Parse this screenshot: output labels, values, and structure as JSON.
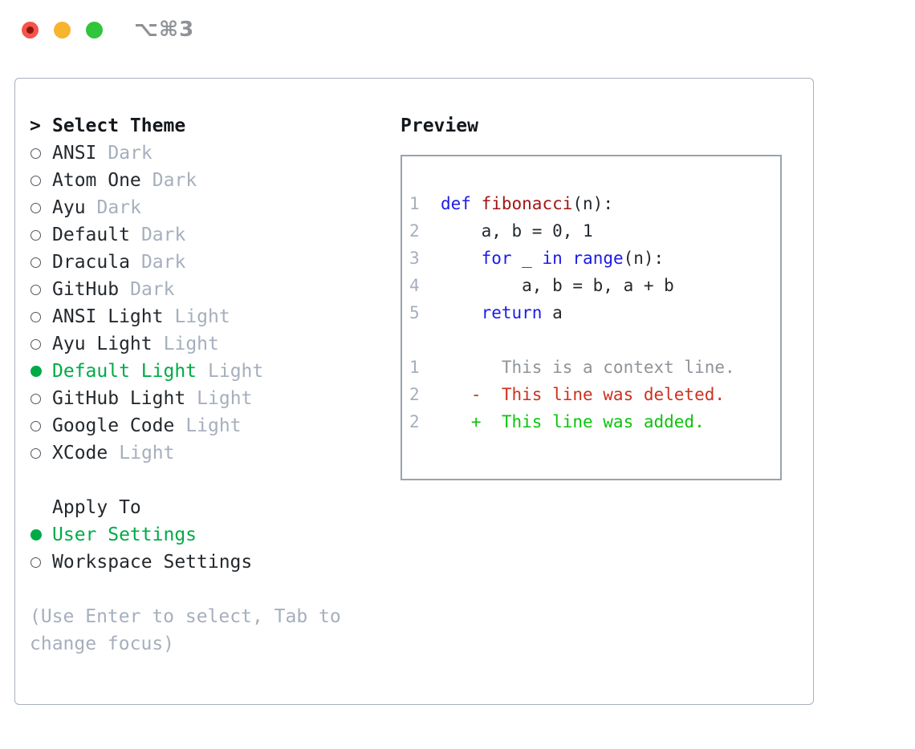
{
  "titlebar": {
    "title": "⌥⌘3"
  },
  "colors": {
    "tl_red": "#f4544c",
    "tl_red_dot": "#8c150b",
    "tl_yellow": "#f7b42c",
    "tl_green": "#30c53c",
    "title_gray": "#8e9297",
    "frame_border": "#a9b1bc",
    "box_border": "#9aa3ad",
    "text_dark": "#24292e",
    "dim": "#a6afbd",
    "menu_green": "#00ab47",
    "kw": "#1b1be8",
    "fn": "#a31515",
    "plain": "#24292e",
    "ctx": "#8f9499",
    "del": "#cb3221",
    "add": "#0cc30c",
    "num": "#a6afbd"
  },
  "left": {
    "title": "Select Theme",
    "caret": ">",
    "themes": [
      {
        "name": "ANSI",
        "variant": "Dark",
        "selected": false
      },
      {
        "name": "Atom One",
        "variant": "Dark",
        "selected": false
      },
      {
        "name": "Ayu",
        "variant": "Dark",
        "selected": false
      },
      {
        "name": "Default",
        "variant": "Dark",
        "selected": false
      },
      {
        "name": "Dracula",
        "variant": "Dark",
        "selected": false
      },
      {
        "name": "GitHub",
        "variant": "Dark",
        "selected": false
      },
      {
        "name": "ANSI Light",
        "variant": "Light",
        "selected": false
      },
      {
        "name": "Ayu Light",
        "variant": "Light",
        "selected": false
      },
      {
        "name": "Default Light",
        "variant": "Light",
        "selected": true
      },
      {
        "name": "GitHub Light",
        "variant": "Light",
        "selected": false
      },
      {
        "name": "Google Code",
        "variant": "Light",
        "selected": false
      },
      {
        "name": "XCode",
        "variant": "Light",
        "selected": false
      }
    ],
    "apply_to_label": "Apply To",
    "apply_options": [
      {
        "name": "User Settings",
        "selected": true
      },
      {
        "name": "Workspace Settings",
        "selected": false
      }
    ],
    "hint_lines": [
      "(Use Enter to select, Tab to",
      "change focus)"
    ]
  },
  "preview": {
    "title": "Preview",
    "lines": [
      {
        "num": "1",
        "tokens": [
          [
            "def",
            "kw"
          ],
          [
            " ",
            "pl"
          ],
          [
            "fibonacci",
            "fn"
          ],
          [
            "(n):",
            "pl"
          ]
        ]
      },
      {
        "num": "2",
        "tokens": [
          [
            "    a, b = 0, 1",
            "pl"
          ]
        ]
      },
      {
        "num": "3",
        "tokens": [
          [
            "    ",
            "pl"
          ],
          [
            "for",
            "kw"
          ],
          [
            " _ ",
            "pl"
          ],
          [
            "in",
            "kw"
          ],
          [
            " ",
            "pl"
          ],
          [
            "range",
            "kw"
          ],
          [
            "(n):",
            "pl"
          ]
        ]
      },
      {
        "num": "4",
        "tokens": [
          [
            "        a, b = b, a + b",
            "pl"
          ]
        ]
      },
      {
        "num": "5",
        "tokens": [
          [
            "    ",
            "pl"
          ],
          [
            "return",
            "kw"
          ],
          [
            " a",
            "pl"
          ]
        ]
      },
      {
        "num": "",
        "tokens": []
      },
      {
        "num": "1",
        "tokens": [
          [
            "      This is a context line.",
            "ctx"
          ]
        ]
      },
      {
        "num": "2",
        "tokens": [
          [
            "   -  This line was deleted.",
            "del"
          ]
        ]
      },
      {
        "num": "2",
        "tokens": [
          [
            "   +  This line was added.",
            "add"
          ]
        ]
      }
    ]
  }
}
